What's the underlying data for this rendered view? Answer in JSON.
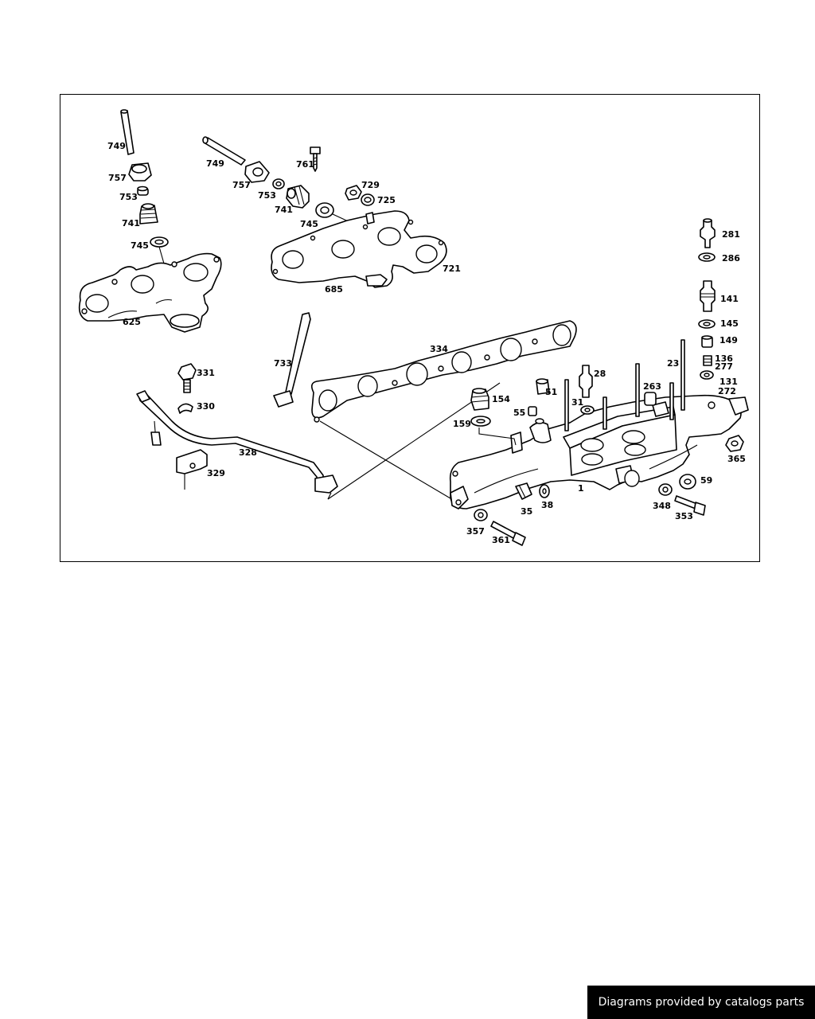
{
  "labels": {
    "l749a": "749",
    "l757a": "757",
    "l753a": "753",
    "l741a": "741",
    "l745a": "745",
    "l625": "625",
    "l749b": "749",
    "l757b": "757",
    "l753b": "753",
    "l741b": "741",
    "l745b": "745",
    "l761": "761",
    "l729": "729",
    "l725": "725",
    "l721": "721",
    "l685": "685",
    "l281": "281",
    "l286": "286",
    "l141": "141",
    "l145": "145",
    "l149": "149",
    "l136": "136",
    "l277": "277",
    "l131": "131",
    "l272": "272",
    "l23": "23",
    "l263": "263",
    "l28": "28",
    "l51": "51",
    "l31": "31",
    "l154": "154",
    "l55": "55",
    "l159": "159",
    "l334": "334",
    "l733": "733",
    "l331": "331",
    "l330": "330",
    "l328": "328",
    "l329": "329",
    "l365": "365",
    "l1": "1",
    "l59": "59",
    "l348": "348",
    "l353": "353",
    "l35": "35",
    "l38": "38",
    "l357": "357",
    "l361": "361"
  },
  "footer": {
    "credit": "Diagrams provided by catalogs parts"
  }
}
